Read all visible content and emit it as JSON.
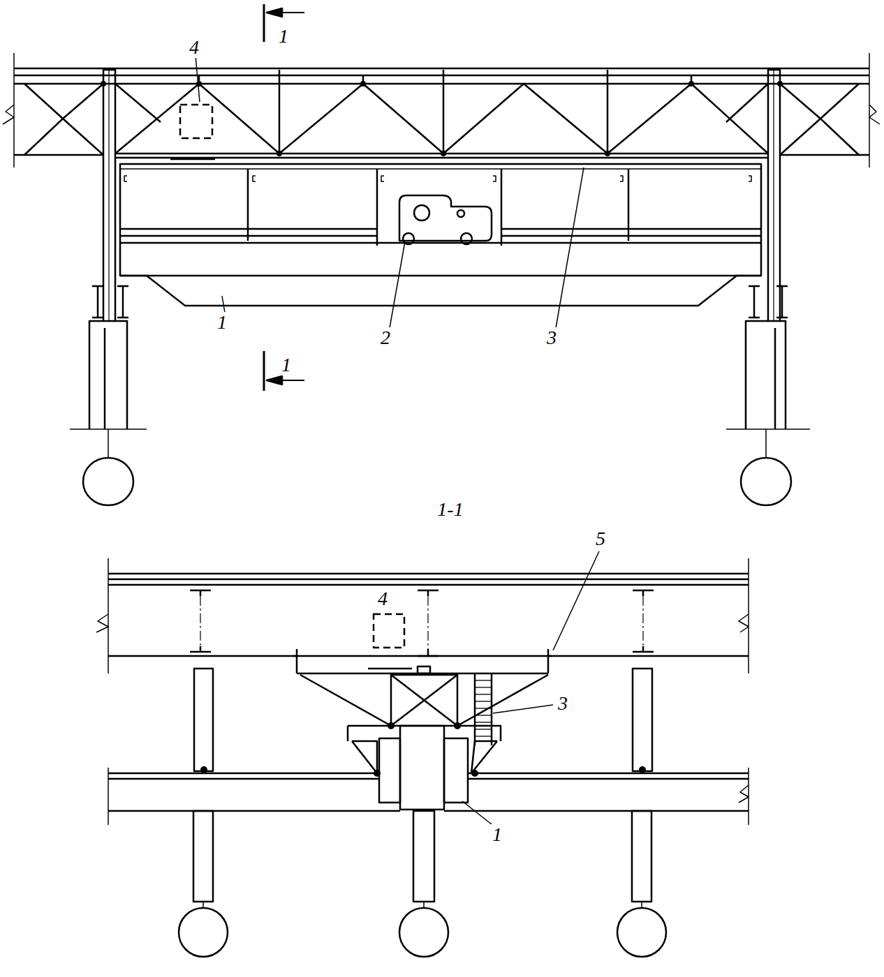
{
  "diagram": {
    "labels": [
      "1",
      "4",
      "1",
      "2",
      "3",
      "1",
      "1-1",
      "4",
      "5",
      "3",
      "1"
    ]
  }
}
